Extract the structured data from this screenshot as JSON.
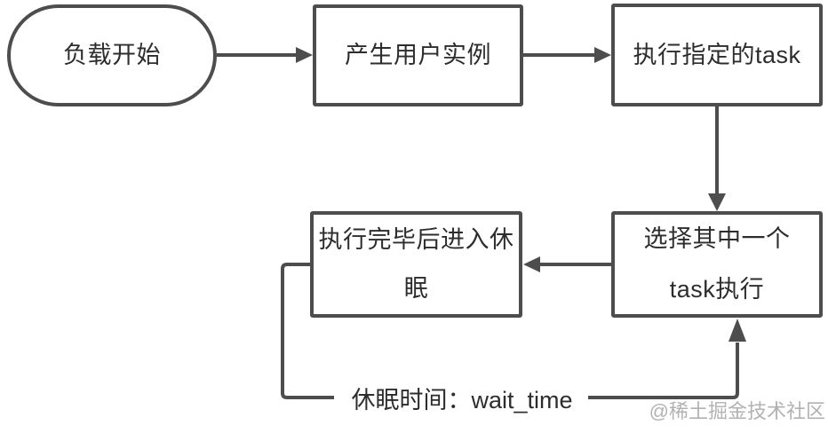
{
  "diagram": {
    "type": "flowchart",
    "nodes": {
      "start": {
        "shape": "stadium",
        "label": "负载开始"
      },
      "spawn_users": {
        "shape": "rect",
        "label": "产生用户实例"
      },
      "run_task": {
        "shape": "rect",
        "label": "执行指定的task"
      },
      "select_task": {
        "shape": "rect",
        "label_line1": "选择其中一个",
        "label_line2": "task执行"
      },
      "sleep": {
        "shape": "rect",
        "label": "执行完毕后进入休眠"
      }
    },
    "edges": [
      {
        "from": "start",
        "to": "spawn_users",
        "label": ""
      },
      {
        "from": "spawn_users",
        "to": "run_task",
        "label": ""
      },
      {
        "from": "run_task",
        "to": "select_task",
        "label": ""
      },
      {
        "from": "select_task",
        "to": "sleep",
        "label": ""
      },
      {
        "from": "sleep",
        "to": "select_task",
        "label": "休眠时间：wait_time"
      }
    ],
    "colors": {
      "line": "#4d4d4d",
      "node_border": "#4d4d4d",
      "text": "#2d2d2d",
      "watermark": "#b3b1b1",
      "background": "#ffffff"
    }
  },
  "watermark": {
    "text": "@稀土掘金技术社区"
  }
}
